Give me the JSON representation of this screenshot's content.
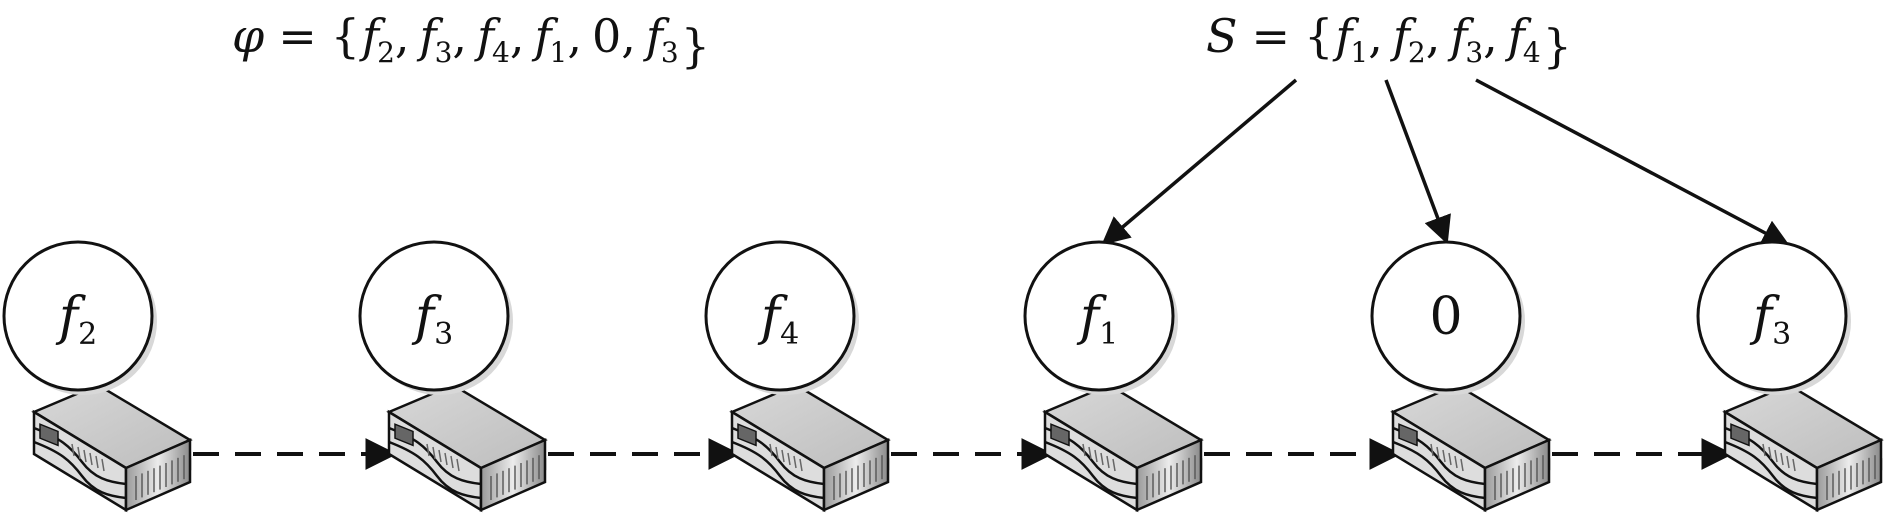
{
  "diagram": {
    "phi_formula": {
      "symbol": "φ",
      "equals": "=",
      "items": [
        {
          "base": "f",
          "sub": "2"
        },
        {
          "base": "f",
          "sub": "3"
        },
        {
          "base": "f",
          "sub": "4"
        },
        {
          "base": "f",
          "sub": "1"
        },
        {
          "base": "0",
          "sub": ""
        },
        {
          "base": "f",
          "sub": "3"
        }
      ]
    },
    "s_formula": {
      "symbol": "S",
      "equals": "=",
      "items": [
        {
          "base": "f",
          "sub": "1"
        },
        {
          "base": "f",
          "sub": "2"
        },
        {
          "base": "f",
          "sub": "3"
        },
        {
          "base": "f",
          "sub": "4"
        }
      ]
    },
    "nodes": [
      {
        "base": "f",
        "sub": "2"
      },
      {
        "base": "f",
        "sub": "3"
      },
      {
        "base": "f",
        "sub": "4"
      },
      {
        "base": "f",
        "sub": "1"
      },
      {
        "base": "0",
        "sub": ""
      },
      {
        "base": "f",
        "sub": "3"
      }
    ],
    "mappings": [
      {
        "from_s_item": 0,
        "to_node": 3
      },
      {
        "from_s_item": 1,
        "to_node": 4
      },
      {
        "from_s_item": 2,
        "to_node": 5
      }
    ],
    "switch_count": 6,
    "chain_links": 5
  },
  "colors": {
    "ink": "#111111",
    "node_fill": "#ffffff",
    "node_shadow": "#d8d8d8",
    "switch_top": "#cfcfcf",
    "switch_side": "#e4e4e4",
    "switch_dark": "#666666"
  },
  "icons": {
    "switch": "network-switch-icon",
    "arrowhead": "triangle-arrowhead"
  }
}
